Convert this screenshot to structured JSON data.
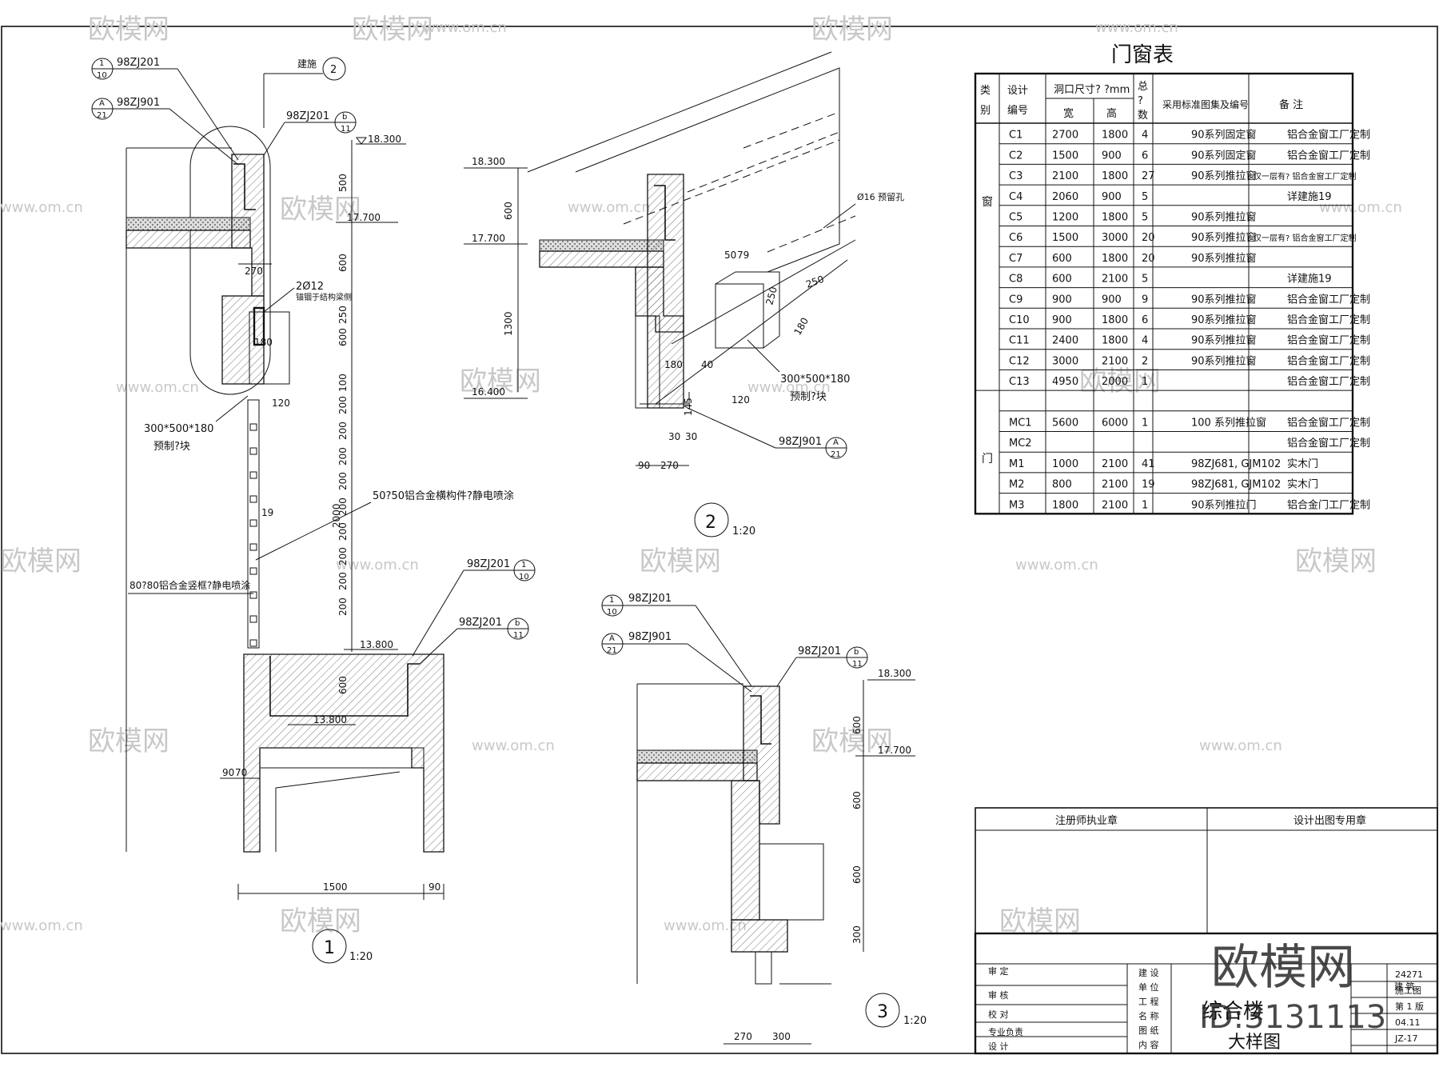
{
  "watermark": {
    "logo": "欧模网",
    "url": "www.om.cn",
    "id_text": "ID:3131113",
    "big_logo": "欧模网"
  },
  "table": {
    "title": "门窗表",
    "headers": {
      "type": "类别",
      "code": "设计编号",
      "opening": "洞口尺寸?  ?mm",
      "width": "宽",
      "height": "高",
      "count": "总?数",
      "standard": "采用标准图集及编号",
      "remark": "备  注"
    },
    "group_window": "窗",
    "group_door": "门",
    "rows": [
      {
        "code": "C1",
        "w": "2700",
        "h": "1800",
        "n": "4",
        "std": "90系列固定窗",
        "remark": "铝合金窗工厂定制"
      },
      {
        "code": "C2",
        "w": "1500",
        "h": "900",
        "n": "6",
        "std": "90系列固定窗",
        "remark": "铝合金窗工厂定制"
      },
      {
        "code": "C3",
        "w": "2100",
        "h": "1800",
        "n": "27",
        "std": "90系列推拉窗",
        "remark": "仅一层有?  铝合金窗工厂定制"
      },
      {
        "code": "C4",
        "w": "2060",
        "h": "900",
        "n": "5",
        "std": "",
        "remark": "详建施19"
      },
      {
        "code": "C5",
        "w": "1200",
        "h": "1800",
        "n": "5",
        "std": "90系列推拉窗",
        "remark": ""
      },
      {
        "code": "C6",
        "w": "1500",
        "h": "3000",
        "n": "20",
        "std": "90系列推拉窗",
        "remark": "仅一层有?  铝合金窗工厂定制"
      },
      {
        "code": "C7",
        "w": "600",
        "h": "1800",
        "n": "20",
        "std": "90系列推拉窗",
        "remark": ""
      },
      {
        "code": "C8",
        "w": "600",
        "h": "2100",
        "n": "5",
        "std": "",
        "remark": "详建施19"
      },
      {
        "code": "C9",
        "w": "900",
        "h": "900",
        "n": "9",
        "std": "90系列推拉窗",
        "remark": "铝合金窗工厂定制"
      },
      {
        "code": "C10",
        "w": "900",
        "h": "1800",
        "n": "6",
        "std": "90系列推拉窗",
        "remark": "铝合金窗工厂定制"
      },
      {
        "code": "C11",
        "w": "2400",
        "h": "1800",
        "n": "4",
        "std": "90系列推拉窗",
        "remark": "铝合金窗工厂定制"
      },
      {
        "code": "C12",
        "w": "3000",
        "h": "2100",
        "n": "2",
        "std": "90系列推拉窗",
        "remark": "铝合金窗工厂定制"
      },
      {
        "code": "C13",
        "w": "4950",
        "h": "2000",
        "n": "1",
        "std": "",
        "remark": "铝合金窗工厂定制"
      },
      {
        "code": "",
        "w": "",
        "h": "",
        "n": "",
        "std": "",
        "remark": ""
      },
      {
        "code": "MC1",
        "w": "5600",
        "h": "6000",
        "n": "1",
        "std": "100 系列推拉窗",
        "remark": "铝合金窗工厂定制"
      },
      {
        "code": "MC2",
        "w": "",
        "h": "",
        "n": "",
        "std": "",
        "remark": "铝合金窗工厂定制"
      },
      {
        "code": "M1",
        "w": "1000",
        "h": "2100",
        "n": "41",
        "std": "98ZJ681, GJM102",
        "remark": "实木门"
      },
      {
        "code": "M2",
        "w": "800",
        "h": "2100",
        "n": "19",
        "std": "98ZJ681, GJM102",
        "remark": "实木门"
      },
      {
        "code": "M3",
        "w": "1800",
        "h": "2100",
        "n": "1",
        "std": "90系列推拉门",
        "remark": "铝合金门工厂定制"
      }
    ]
  },
  "stamps": {
    "left": "注册师执业章",
    "right": "设计出图专用章"
  },
  "titleblock": {
    "roles": [
      "审  定",
      "审  核",
      "校  对",
      "专业负责",
      "设  计"
    ],
    "fields": [
      "建 设",
      "单 位",
      "工 程",
      "名 称",
      "图 纸",
      "内 容"
    ],
    "project": "综合楼",
    "drawing": "大样图",
    "right_labels": [
      "24271",
      "施工图",
      "第 1 版",
      "04.11",
      "JZ-17"
    ],
    "right_heads": [
      "建 筑"
    ]
  },
  "detail1": {
    "refs": [
      {
        "num": "1",
        "den": "10",
        "code": "98ZJ201"
      },
      {
        "num": "A",
        "den": "21",
        "code": "98ZJ901"
      },
      {
        "num": "b",
        "den": "11",
        "code": "98ZJ201"
      }
    ],
    "top_ref": {
      "label": "建施",
      "num": "2"
    },
    "elev_top": "18.300",
    "elev_mid": "17.700",
    "elev_low1": "13.800",
    "elev_low2": "13.800",
    "rebar": "2Ø12",
    "rebar_note": "锚锢于结构梁侧",
    "block": "300*500*180",
    "block2": "预制?块",
    "member1": "50?50铝合金横构件?静电喷涂",
    "member2": "80?80铝合金竖框?静电喷涂",
    "dims_v": [
      "500",
      "600",
      "250",
      "600",
      "100",
      "200",
      "200",
      "200",
      "200",
      "200",
      "200",
      "200",
      "200",
      "200",
      "2000",
      "600"
    ],
    "dims_h": [
      "270",
      "180",
      "120",
      "19",
      "90",
      "70",
      "1500",
      "90"
    ],
    "low_refs": [
      {
        "num": "1",
        "den": "10",
        "code": "98ZJ201"
      },
      {
        "num": "b",
        "den": "11",
        "code": "98ZJ201"
      }
    ],
    "label": "1",
    "scale": "1:20"
  },
  "detail2": {
    "elev_top": "18.300",
    "elev_mid": "17.700",
    "elev_low": "16.400",
    "dims_v": [
      "600",
      "1300"
    ],
    "dims": [
      "50",
      "79",
      "250",
      "180",
      "40",
      "120",
      "145",
      "30",
      "30",
      "90",
      "270",
      "180",
      "250"
    ],
    "hole": "Ø16 预留孔",
    "block": "300*500*180",
    "block2": "预制?块",
    "ref": {
      "num": "A",
      "den": "21",
      "code": "98ZJ901"
    },
    "label": "2",
    "scale": "1:20"
  },
  "detail3": {
    "refs": [
      {
        "num": "1",
        "den": "10",
        "code": "98ZJ201"
      },
      {
        "num": "A",
        "den": "21",
        "code": "98ZJ901"
      },
      {
        "num": "b",
        "den": "11",
        "code": "98ZJ201"
      }
    ],
    "elev_top": "18.300",
    "elev_mid": "17.700",
    "dims_v": [
      "600",
      "600",
      "600",
      "300"
    ],
    "dims_h": [
      "270",
      "300"
    ],
    "label": "3",
    "scale": "1:20"
  }
}
